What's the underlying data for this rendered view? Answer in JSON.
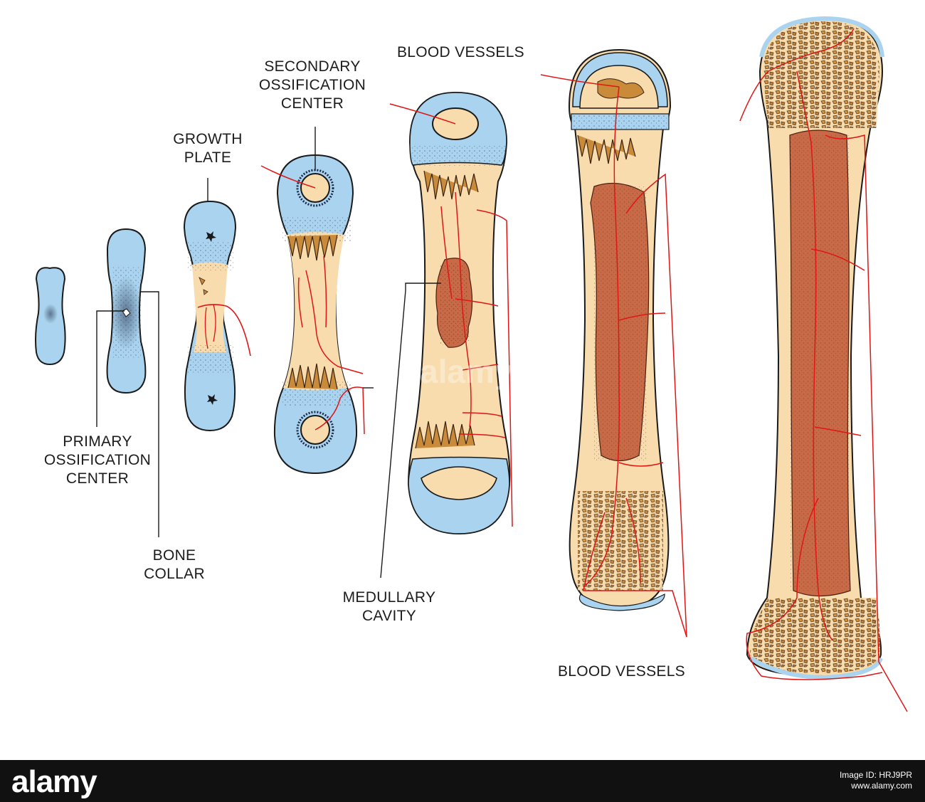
{
  "labels": {
    "primary_ossification_center": [
      "PRIMARY",
      "OSSIFICATION",
      "CENTER"
    ],
    "bone_collar": [
      "BONE",
      "COLLAR"
    ],
    "growth_plate": [
      "GROWTH",
      "PLATE"
    ],
    "secondary_ossification_center": [
      "SECONDARY",
      "OSSIFICATION",
      "CENTER"
    ],
    "blood_vessels_top": "BLOOD VESSELS",
    "medullary_cavity": [
      "MEDULLARY",
      "CAVITY"
    ],
    "blood_vessels_bottom": "BLOOD VESSELS"
  },
  "watermark": "alamy",
  "footer": {
    "brand": "alamy",
    "image_id_line": "Image ID: HRJ9PR",
    "site_line": "www.alamy.com"
  },
  "colors": {
    "cartilage": "#a9d3ee",
    "bone": "#f8dcae",
    "marrow": "#c96a47",
    "spongy_bone": "#c98a3a",
    "vessel": "#e01515",
    "outline": "#1a1a1a",
    "footer": "#111111"
  }
}
